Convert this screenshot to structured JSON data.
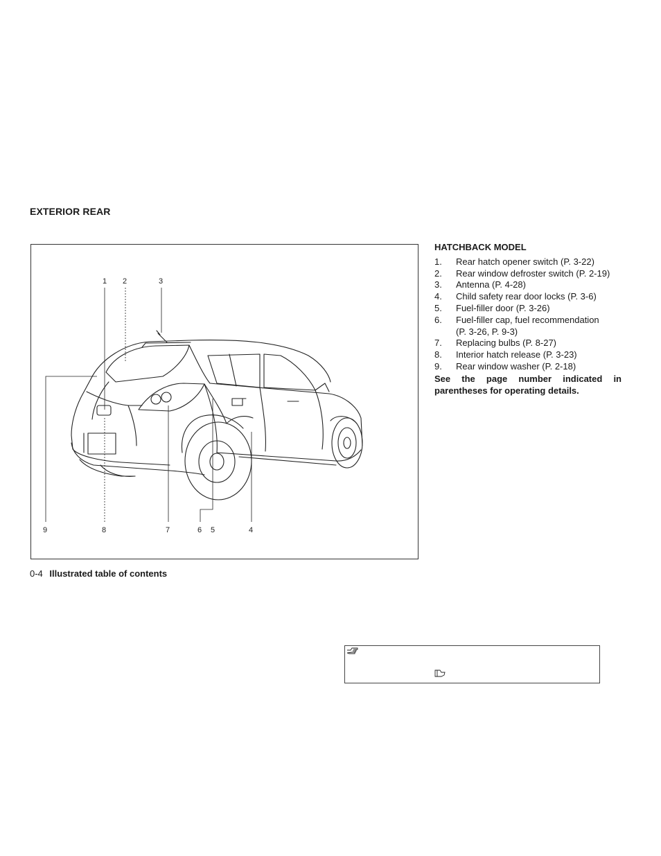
{
  "section": {
    "title": "EXTERIOR REAR"
  },
  "figure": {
    "callouts": [
      "1",
      "2",
      "3",
      "9",
      "8",
      "7",
      "6",
      "5",
      "4"
    ]
  },
  "side": {
    "model": "HATCHBACK MODEL",
    "items": [
      {
        "num": "1.",
        "text": "Rear hatch opener switch (P. 3-22)"
      },
      {
        "num": "2.",
        "text": "Rear window defroster switch (P. 2-19)"
      },
      {
        "num": "3.",
        "text": "Antenna (P. 4-28)"
      },
      {
        "num": "4.",
        "text": "Child safety rear door locks (P. 3-6)"
      },
      {
        "num": "5.",
        "text": "Fuel-filler door (P. 3-26)"
      },
      {
        "num": "6.",
        "text": "Fuel-filler cap, fuel recommendation",
        "cont": "(P. 3-26, P. 9-3)"
      },
      {
        "num": "7.",
        "text": "Replacing bulbs (P. 8-27)"
      },
      {
        "num": "8.",
        "text": "Interior hatch release (P. 3-23)"
      },
      {
        "num": "9.",
        "text": "Rear window washer (P. 2-18)"
      }
    ],
    "note": "See the page number indicated in parentheses for operating details."
  },
  "footer": {
    "page": "0-4",
    "title": "Illustrated table of contents"
  },
  "icons": {
    "ref_box_top": "pointing-hand-icon",
    "ref_box_bottom": "pointing-hand-icon"
  }
}
